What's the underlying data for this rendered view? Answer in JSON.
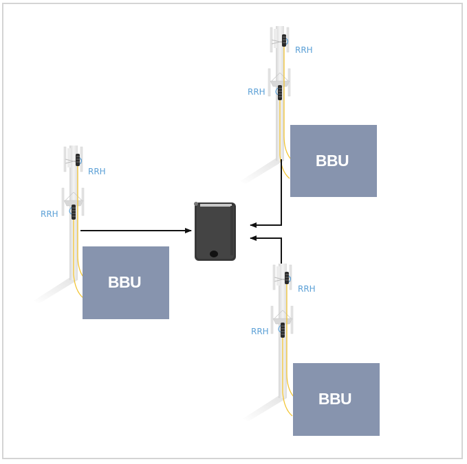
{
  "diagram": {
    "title": "",
    "colors": {
      "bbu_fill": "#8794ae",
      "bbu_text": "#ffffff",
      "rrh_text": "#5a9fd6",
      "fiber": "#f2c431",
      "arrow": "#111111",
      "tower": "#e8e8e8",
      "device": "#3a3a3a",
      "frame_border": "#d4d4d4"
    },
    "sites": [
      {
        "id": "site-left",
        "bbu_label": "BBU",
        "rrh_top_label": "RRH",
        "rrh_bottom_label": "RRH"
      },
      {
        "id": "site-top-right",
        "bbu_label": "BBU",
        "rrh_top_label": "RRH",
        "rrh_bottom_label": "RRH"
      },
      {
        "id": "site-bottom-right",
        "bbu_label": "BBU",
        "rrh_top_label": "RRH",
        "rrh_bottom_label": "RRH"
      }
    ],
    "central_device": {
      "name": "central-unit",
      "icon": "black-box-device"
    },
    "connections": [
      {
        "from": "site-left",
        "to": "central-unit",
        "direction": "into-device"
      },
      {
        "from": "site-top-right",
        "to": "central-unit",
        "direction": "into-device"
      },
      {
        "from": "site-bottom-right",
        "to": "central-unit",
        "direction": "into-device"
      }
    ]
  }
}
